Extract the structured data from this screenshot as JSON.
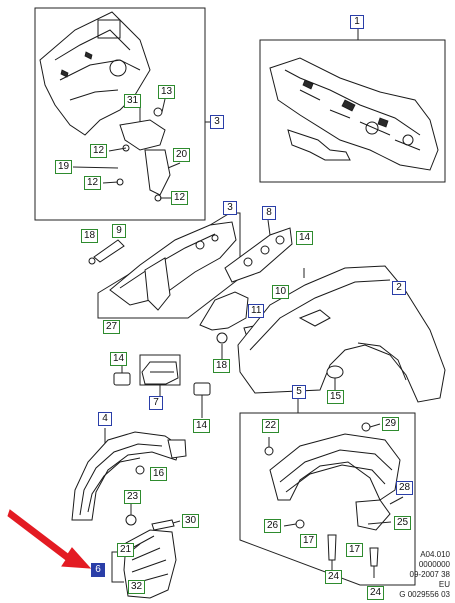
{
  "diagram": {
    "callouts": {
      "c1": "1",
      "c2": "2",
      "c3a": "3",
      "c3b": "3",
      "c4": "4",
      "c5": "5",
      "c6": "6",
      "c7": "7",
      "c8": "8",
      "c9": "9",
      "c10": "10",
      "c11": "11",
      "c12a": "12",
      "c12b": "12",
      "c12c": "12",
      "c13": "13",
      "c14a": "14",
      "c14b": "14",
      "c14c": "14",
      "c15": "15",
      "c16": "16",
      "c17a": "17",
      "c17b": "17",
      "c18a": "18",
      "c18b": "18",
      "c19": "19",
      "c20": "20",
      "c21": "21",
      "c22": "22",
      "c23": "23",
      "c24a": "24",
      "c24b": "24",
      "c25": "25",
      "c26": "26",
      "c27": "27",
      "c28": "28",
      "c29": "29",
      "c30": "30",
      "c31": "31",
      "c32": "32"
    },
    "footer": {
      "line1": "A04.010",
      "line2": "0000000",
      "line3": "09-2007 38",
      "line4": "EU",
      "line5": "G 0029556 03"
    },
    "colors": {
      "callout_green": "#2e8b2e",
      "callout_blue": "#2a3ea8",
      "arrow_red": "#e31b23"
    }
  }
}
